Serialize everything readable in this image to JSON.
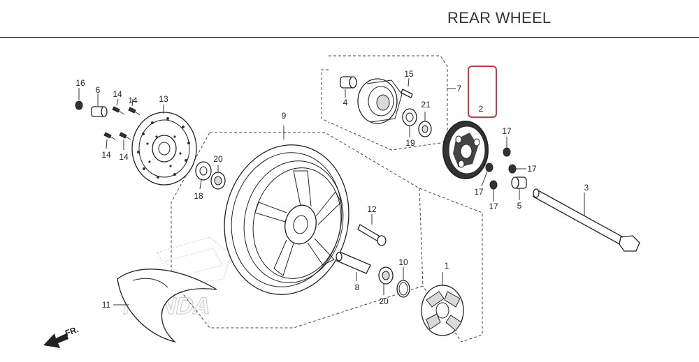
{
  "title": "REAR WHEEL",
  "direction_label": "FR.",
  "brand_watermark": "HONDA",
  "highlight": {
    "color": "#d9313e",
    "target_label": "2"
  },
  "callouts": {
    "c1": "1",
    "c2": "2",
    "c3": "3",
    "c4": "4",
    "c5": "5",
    "c6": "6",
    "c7": "7",
    "c8": "8",
    "c9": "9",
    "c10": "10",
    "c11": "11",
    "c12": "12",
    "c13": "13",
    "c14a": "14",
    "c14b": "14",
    "c14c": "14",
    "c14d": "14",
    "c15": "15",
    "c16": "16",
    "c17a": "17",
    "c17b": "17",
    "c17c": "17",
    "c17d": "17",
    "c18": "18",
    "c19": "19",
    "c20a": "20",
    "c20b": "20",
    "c21": "21"
  }
}
